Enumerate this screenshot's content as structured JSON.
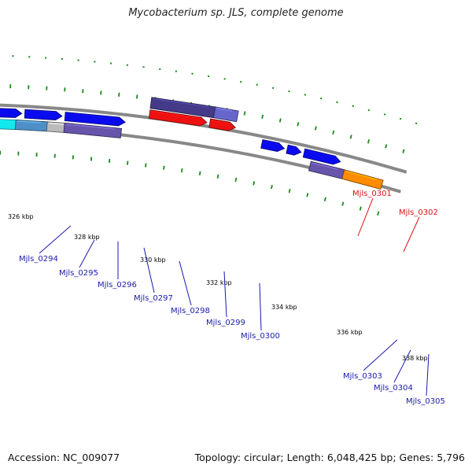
{
  "title": "Mycobacterium sp. JLS, complete genome",
  "footer": {
    "accession": "Accession: NC_009077",
    "stats": "Topology: circular; Length: 6,048,425 bp; Genes: 5,796"
  },
  "colors": {
    "forward_gene": "#0a0aee",
    "reverse_gene": "#ee1111",
    "highlight_cyan": "#11e8ee",
    "slate": "#6655aa",
    "orange": "#ff8c00",
    "label_forward": "#1a1aaa",
    "label_reverse": "#dd1111",
    "gc_skew_dots": "#1a8a1a",
    "backbone": "#888888"
  },
  "tick_labels": [
    "326 kbp",
    "328 kbp",
    "330 kbp",
    "332 kbp",
    "334 kbp",
    "336 kbp",
    "338 kbp"
  ],
  "genes": [
    {
      "id": "Mjls_0294",
      "strand": "forward"
    },
    {
      "id": "Mjls_0295",
      "strand": "forward"
    },
    {
      "id": "Mjls_0296",
      "strand": "forward"
    },
    {
      "id": "Mjls_0297",
      "strand": "forward"
    },
    {
      "id": "Mjls_0298",
      "strand": "forward"
    },
    {
      "id": "Mjls_0299",
      "strand": "forward"
    },
    {
      "id": "Mjls_0300",
      "strand": "forward"
    },
    {
      "id": "Mjls_0301",
      "strand": "reverse"
    },
    {
      "id": "Mjls_0302",
      "strand": "reverse"
    },
    {
      "id": "Mjls_0303",
      "strand": "forward"
    },
    {
      "id": "Mjls_0304",
      "strand": "forward"
    },
    {
      "id": "Mjls_0305",
      "strand": "forward"
    }
  ]
}
